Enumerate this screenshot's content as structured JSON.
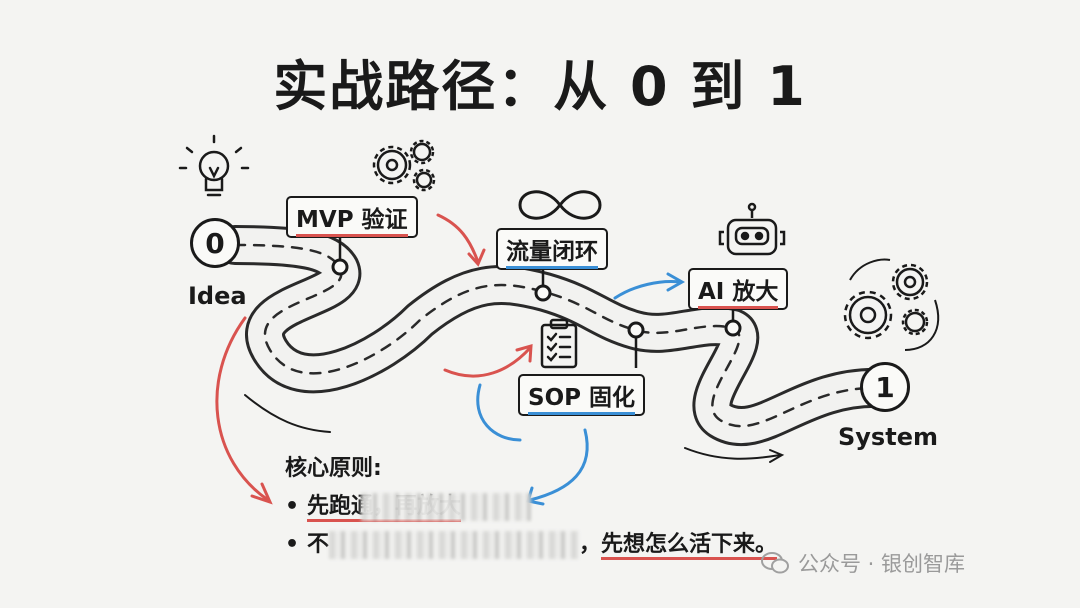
{
  "title": "实战路径：从 0 到 1",
  "start": {
    "number": "0",
    "label": "Idea"
  },
  "end": {
    "number": "1",
    "label": "System"
  },
  "stages": [
    {
      "label": "MVP 验证",
      "underline_color": "#d9534f",
      "icon": "gears-icon"
    },
    {
      "label": "流量闭环",
      "underline_color": "#3a8fd6",
      "icon": "infinity-icon"
    },
    {
      "label": "SOP 固化",
      "underline_color": "#3a8fd6",
      "icon": "checklist-icon"
    },
    {
      "label": "AI 放大",
      "underline_color": "#d9534f",
      "icon": "robot-icon"
    }
  ],
  "icons": {
    "start": "lightbulb-icon",
    "end": "gears-cycle-icon"
  },
  "principles": {
    "heading": "核心原则:",
    "items": [
      {
        "bullet": "•",
        "visible_text": "先跑通，再放大"
      },
      {
        "bullet": "•",
        "prefix": "不",
        "suffix": "，",
        "emphasis": "先想怎么活下来。"
      }
    ]
  },
  "watermark": {
    "text": "公众号 · 银创智库"
  },
  "colors": {
    "accent_red": "#d9534f",
    "accent_blue": "#3a8fd6",
    "ink": "#1a1a1a"
  }
}
